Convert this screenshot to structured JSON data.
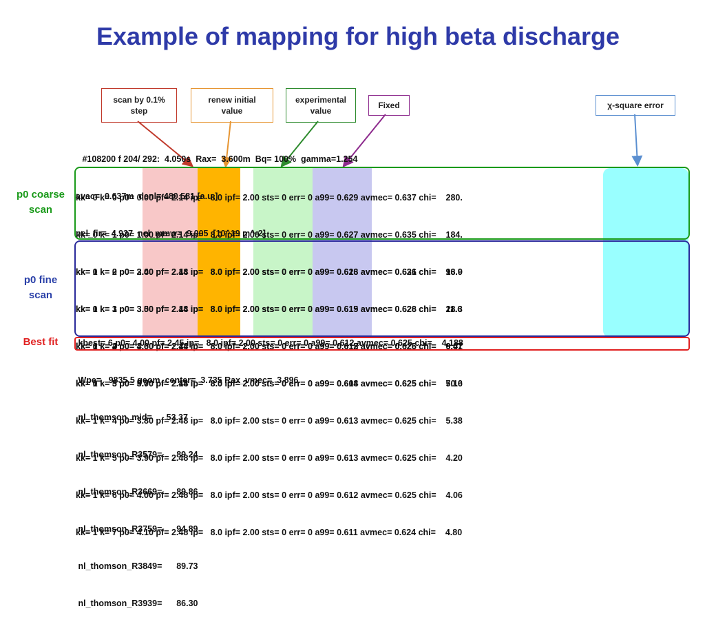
{
  "title": "Example of mapping for high beta discharge",
  "annotations": {
    "scan_step": "scan by 0.1%\nstep",
    "renew": "renew initial\nvalue",
    "experimental": "experimental\nvalue",
    "fixed": "Fixed",
    "chi_square": "χ-square error"
  },
  "side_labels": {
    "coarse": "p0 coarse\nscan",
    "fine": "p0 fine\nscan",
    "best": "Best fit"
  },
  "header_lines": [
    " #108200 f 204/ 292:  4.050s  Rax=  3.600m  Bq= 100%  gamma=1.254",
    "avac=  0.637m  denl= 480.581 [a.u.]",
    "nel_fir=  4.937  nel_mmw=  9.005  [10^19 m^-2]"
  ],
  "coarse_rows": [
    "kk= 0 k= 0 p0= 0.00 pf= 2.14 ip=   8.0 ipf= 2.00 sts= 0 err= 0 a99= 0.629 avmec= 0.637 chi=    280.",
    "kk= 0 k= 1 p0= 1.00 pf= 2.14 ip=   8.0 ipf= 2.00 sts= 0 err= 0 a99= 0.627 avmec= 0.635 chi=    184.",
    "kk= 0 k= 2 p0= 2.00 pf= 2.14 ip=   8.0 ipf= 2.00 sts= 0 err= 0 a99= 0.623 avmec= 0.631 chi=    96.0",
    "kk= 0 k= 3 p0= 3.00 pf= 2.14 ip=   8.0 ipf= 2.00 sts= 0 err= 0 a99= 0.619 avmec= 0.628 chi=    28.3",
    "kk= 0 k= 4 p0= 4.00 pf= 2.14 ip=   8.0 ipf= 2.00 sts= 0 err= 0 a99= 0.612 avmec= 0.626 chi=    6.41",
    "kk= 0 k= 5 p0= 5.00 pf= 2.14 ip=   8.0 ipf= 2.00 sts= 0 err= 0 a99= 0.608 avmec= 0.625 chi=    50.6"
  ],
  "fine_rows": [
    "kk= 1 k= 0 p0= 3.40 pf= 2.48 ip=   8.0 ipf= 2.00 sts= 0 err= 0 a99= 0.616 avmec= 0.626 chi=    13.9",
    "kk= 1 k= 1 p0= 3.50 pf= 2.48 ip=   8.0 ipf= 2.00 sts= 0 err= 0 a99= 0.615 avmec= 0.626 chi=    11.6",
    "kk= 1 k= 2 p0= 3.60 pf= 2.48 ip=   8.0 ipf= 2.00 sts= 0 err= 0 a99= 0.615 avmec= 0.625 chi=    9.07",
    "kk= 1 k= 3 p0= 3.70 pf= 2.48 ip=   8.0 ipf= 2.00 sts= 0 err= 0 a99= 0.614 avmec= 0.625 chi=    7.10",
    "kk= 1 k= 4 p0= 3.80 pf= 2.48 ip=   8.0 ipf= 2.00 sts= 0 err= 0 a99= 0.613 avmec= 0.625 chi=    5.38",
    "kk= 1 k= 5 p0= 3.90 pf= 2.48 ip=   8.0 ipf= 2.00 sts= 0 err= 0 a99= 0.613 avmec= 0.625 chi=    4.20",
    "kk= 1 k= 6 p0= 4.00 pf= 2.48 ip=   8.0 ipf= 2.00 sts= 0 err= 0 a99= 0.612 avmec= 0.625 chi=    4.06",
    "kk= 1 k= 7 p0= 4.10 pf= 2.48 ip=   8.0 ipf= 2.00 sts= 0 err= 0 a99= 0.611 avmec= 0.624 chi=    4.80"
  ],
  "best_row": " kbest= 6 p0= 4.00 pf= 2.45 ip=   8.0 ipf= 2.00 sts= 0 err= 0 a99= 0.612 avmec= 0.625 chi=    4.188",
  "footer_lines": [
    " Wpe=   9835.5 geom_center=  3.735 Rax_vmec=  3.896",
    " nl_thomson_mid=      53.37",
    " nl_thomson_R3579=      89.24",
    " nl_thomson_R3669=      89.86",
    " nl_thomson_R3759=      94.89",
    " nl_thomson_R3849=      89.73",
    " nl_thomson_R3939=      86.30"
  ],
  "colors": {
    "title": "#2e3aa8",
    "p0_column": "#f8c8c8",
    "pf_column": "#ffb400",
    "ipf_column": "#c8f5c8",
    "sts_column": "#c8c8f0",
    "chi_column": "#99ffff",
    "coarse_frame": "#1a9a1a",
    "fine_frame": "#2a2a9a",
    "best_frame": "#e02020",
    "side_label_green": "#1a9a1a",
    "side_label_blue": "#2a40a8",
    "side_label_red": "#e02020"
  }
}
